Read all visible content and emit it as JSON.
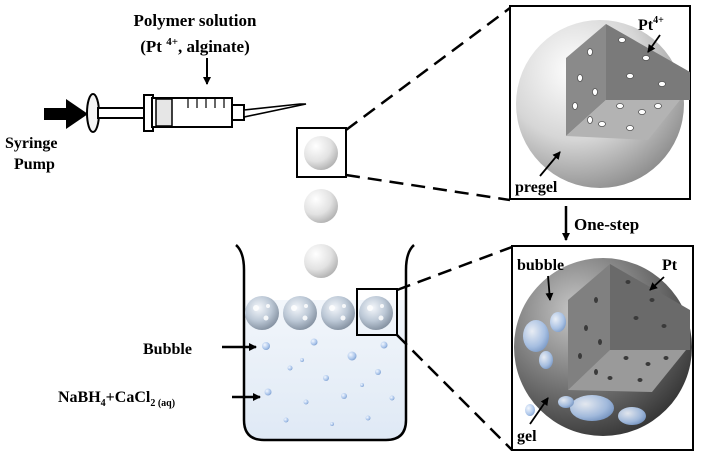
{
  "labels": {
    "polymer_line1": "Polymer solution",
    "polymer_line2_a": "(Pt ",
    "polymer_line2_sup": "4+",
    "polymer_line2_b": ", alginate)",
    "syringe_line1": "Syringe",
    "syringe_line2": "Pump",
    "pt4_main": "Pt",
    "pt4_sup": "4+",
    "pregel": "pregel",
    "one_step": "One-step",
    "bubble_top": "bubble",
    "pt": "Pt",
    "gel": "gel",
    "bubble_left": "Bubble",
    "nabh_a": "NaBH",
    "nabh_sub4": "4",
    "nabh_b": "+CaCl",
    "nabh_sub2": "2",
    "nabh_sub_aq": " (aq)"
  },
  "colors": {
    "liquid": "#e6eef8",
    "line": "#000000",
    "dark_sphere": "#6f6f6f",
    "light_sphere": "#d9d9d9",
    "bubble": "#a9c4ea"
  }
}
